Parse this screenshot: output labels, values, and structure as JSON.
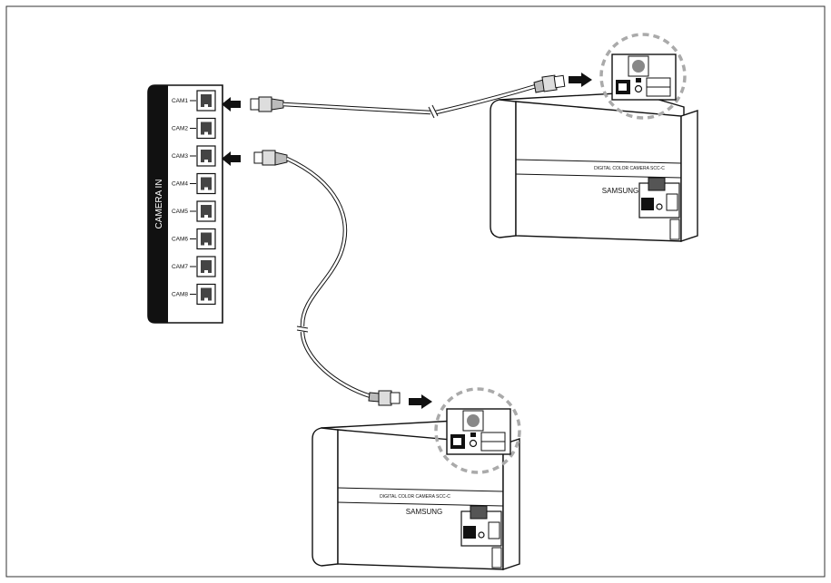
{
  "panel": {
    "title": "CAMERA IN",
    "ports": [
      "CAM1",
      "CAM2",
      "CAM3",
      "CAM4",
      "CAM5",
      "CAM6",
      "CAM7",
      "CAM8"
    ]
  },
  "camera": {
    "model_text": "DIGITAL COLOR CAMERA SCC-C",
    "brand": "SAMSUNG"
  }
}
